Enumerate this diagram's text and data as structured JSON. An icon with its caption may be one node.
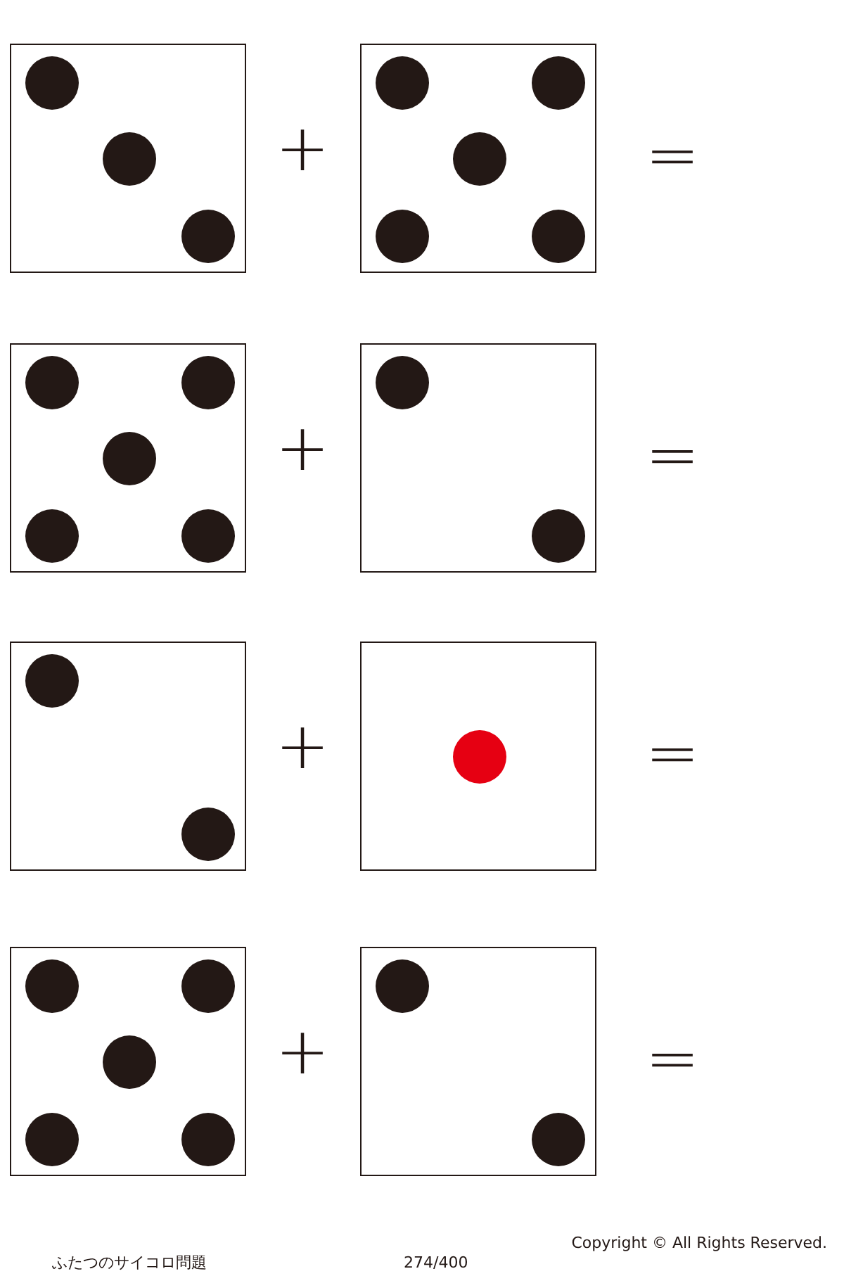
{
  "diagram": {
    "nodes": [
      {
        "text": [],
        "shape": "box"
      },
      {
        "text": [],
        "shape": "circle",
        "in": 0
      },
      {
        "text": [],
        "shape": "circle",
        "in": 0
      },
      {
        "text": [],
        "shape": "circle",
        "in": 0
      },
      {
        "text": [],
        "shape": "box"
      },
      {
        "text": [],
        "shape": "circle",
        "in": 4
      },
      {
        "text": [],
        "shape": "circle",
        "in": 4
      },
      {
        "text": [],
        "shape": "circle",
        "in": 4
      },
      {
        "text": [],
        "shape": "circle",
        "in": 4
      },
      {
        "text": [],
        "shape": "circle",
        "in": 4
      },
      {
        "text": [],
        "shape": "box"
      },
      {
        "text": [],
        "shape": "circle",
        "in": 10
      },
      {
        "text": [],
        "shape": "circle",
        "in": 10
      },
      {
        "text": [],
        "shape": "circle",
        "in": 10
      },
      {
        "text": [],
        "shape": "circle",
        "in": 10
      },
      {
        "text": [],
        "shape": "circle",
        "in": 10
      },
      {
        "text": [],
        "shape": "box"
      },
      {
        "text": [],
        "shape": "circle",
        "in": 16
      },
      {
        "text": [],
        "shape": "circle",
        "in": 16
      },
      {
        "text": [],
        "shape": "box"
      },
      {
        "text": [],
        "shape": "circle",
        "in": 19
      },
      {
        "text": [],
        "shape": "circle",
        "in": 19
      },
      {
        "text": [],
        "shape": "box"
      },
      {
        "text": [],
        "shape": "circle",
        "in": 22
      },
      {
        "text": [],
        "shape": "box"
      },
      {
        "text": [],
        "shape": "circle",
        "in": 24
      },
      {
        "text": [],
        "shape": "circle",
        "in": 24
      },
      {
        "text": [],
        "shape": "circle",
        "in": 24
      },
      {
        "text": [],
        "shape": "circle",
        "in": 24
      },
      {
        "text": [],
        "shape": "circle",
        "in": 24
      },
      {
        "text": [],
        "shape": "box"
      },
      {
        "text": [],
        "shape": "circle",
        "in": 30
      },
      {
        "text": [],
        "shape": "circle",
        "in": 30
      }
    ],
    "labels": [
      "+",
      "=",
      "+",
      "=",
      "+",
      "=",
      "+",
      "=",
      "ふたつのサイコロ問題",
      "274/400",
      "Copyright © All Rights Reserved."
    ]
  }
}
